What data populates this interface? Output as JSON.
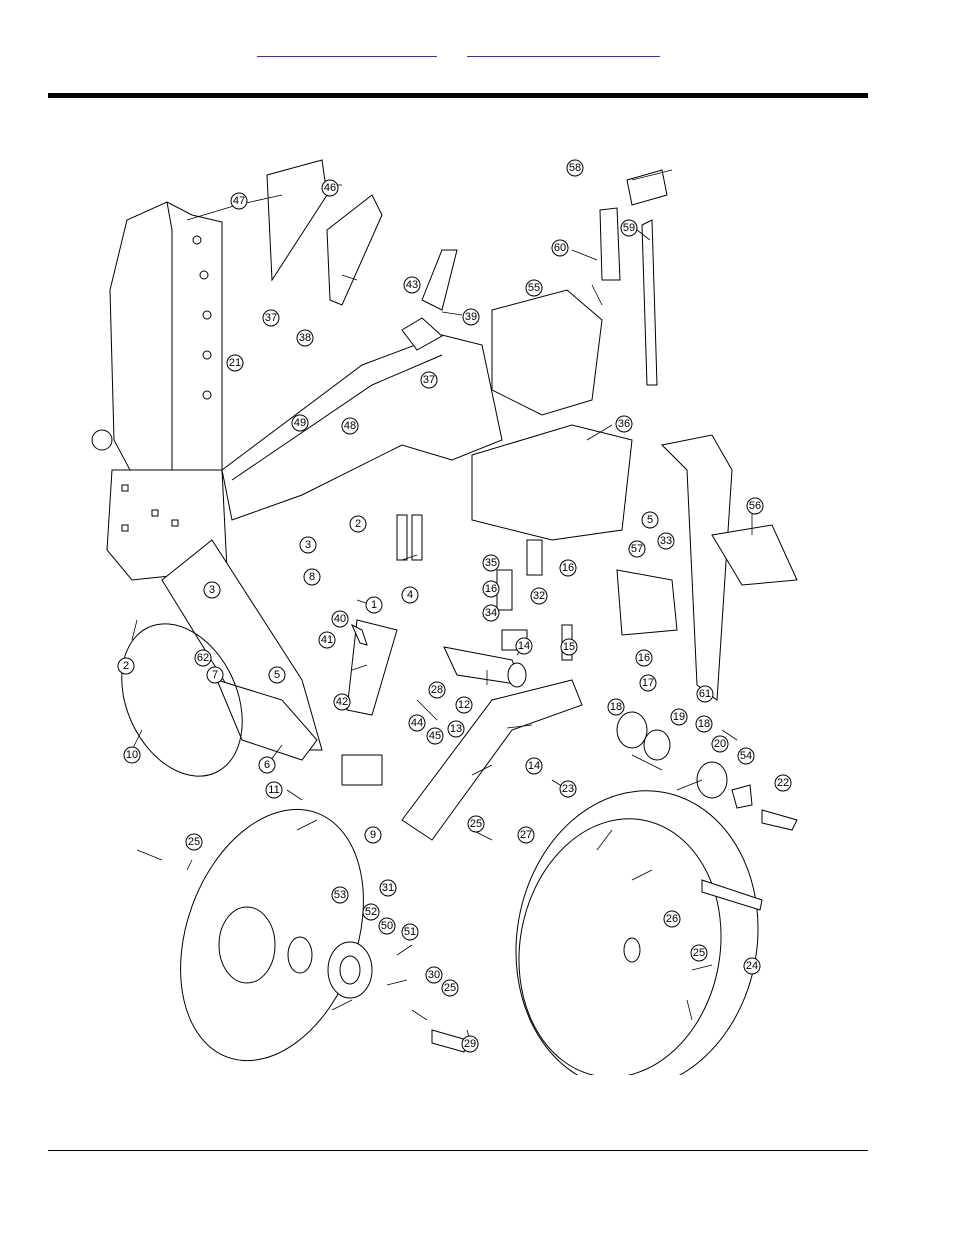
{
  "header": {
    "link_a_label": "",
    "link_b_label": ""
  },
  "callouts": [
    "1",
    "2",
    "2",
    "3",
    "3",
    "4",
    "5",
    "5",
    "6",
    "7",
    "8",
    "9",
    "10",
    "11",
    "12",
    "13",
    "14",
    "14",
    "15",
    "16",
    "16",
    "17",
    "18",
    "18",
    "19",
    "20",
    "21",
    "22",
    "23",
    "24",
    "25",
    "25",
    "25",
    "25",
    "26",
    "27",
    "28",
    "29",
    "30",
    "31",
    "32",
    "33",
    "34",
    "35",
    "36",
    "37",
    "37",
    "38",
    "39",
    "40",
    "41",
    "42",
    "43",
    "44",
    "45",
    "46",
    "47",
    "48",
    "49",
    "50",
    "51",
    "52",
    "53",
    "54",
    "55",
    "56",
    "57",
    "58",
    "59",
    "60",
    "61",
    "62"
  ]
}
